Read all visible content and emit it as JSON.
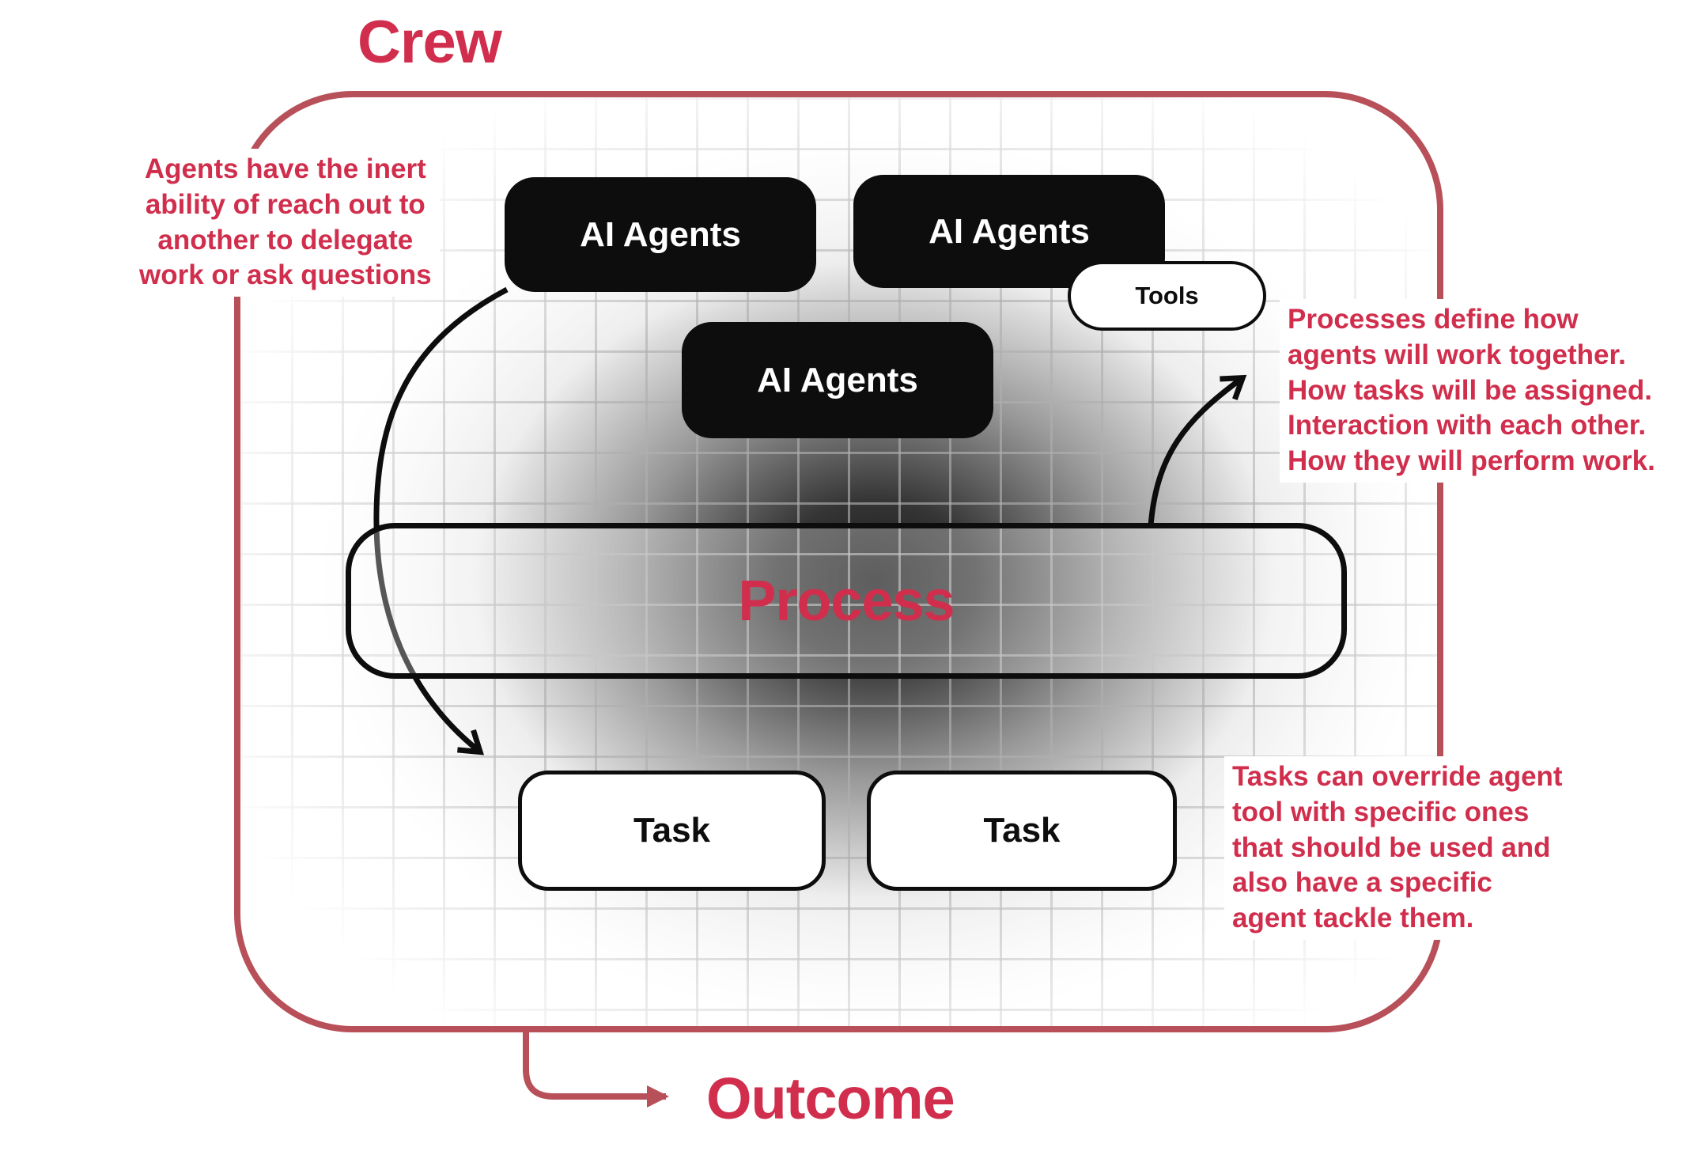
{
  "colors": {
    "accent_red": "#d02e4c",
    "border_red": "#b8505a",
    "ink": "#0d0d0d"
  },
  "crew": {
    "title": "Crew"
  },
  "agents": {
    "a1": "AI Agents",
    "a2": "AI Agents",
    "a3": "AI Agents"
  },
  "tools": {
    "label": "Tools"
  },
  "process": {
    "label": "Process"
  },
  "tasks": {
    "t1": "Task",
    "t2": "Task"
  },
  "outcome": {
    "label": "Outcome"
  },
  "annotations": {
    "left": "Agents have the inert\nability of reach out to\nanother to delegate\nwork or ask questions",
    "right_top": "Processes define how\nagents will work together.\nHow tasks will be assigned.\nInteraction with each other.\nHow they will perform work.",
    "right_bottom": "Tasks can override agent\ntool with specific ones\nthat should be used and\nalso have a specific\nagent tackle them."
  }
}
